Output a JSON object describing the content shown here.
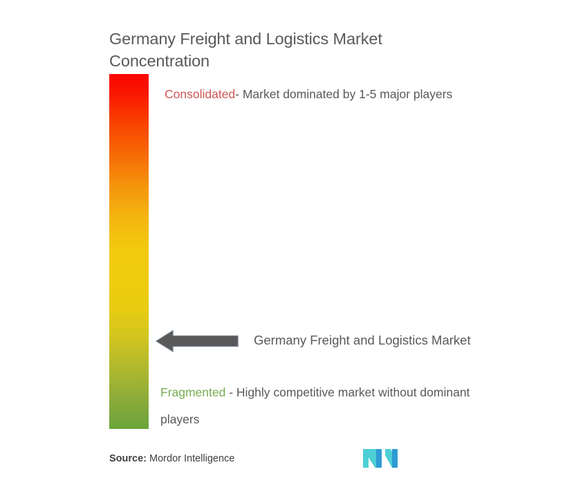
{
  "title": "Germany Freight and Logistics Market Concentration",
  "scale": {
    "name": "market-concentration-gradient",
    "top_color": "#fb0400",
    "mid_color": "#f2c90f",
    "bottom_color": "#6ba63b",
    "top_meaning": "Consolidated",
    "bottom_meaning": "Fragmented"
  },
  "annotations": {
    "consolidated": {
      "label": "Consolidated",
      "label_color": "#cf5654",
      "description": "- Market dominated by 1-5 major players"
    },
    "fragmented": {
      "label": "Fragmented",
      "label_color": "#77ab51",
      "description": " - Highly competitive market without dominant players"
    }
  },
  "marker": {
    "label": "Germany Freight and Logistics Market",
    "arrow_direction": "left",
    "arrow_color": "#595959"
  },
  "source": {
    "prefix": "Source:",
    "name": " Mordor Intelligence"
  },
  "logo": {
    "name": "mordor-intelligence-logo",
    "alt": "MI",
    "cyan": "#4ecfd6",
    "blue": "#2e9bd4"
  },
  "chart_data": {
    "type": "bar",
    "title": "Germany Freight and Logistics Market Concentration",
    "xlabel": "",
    "ylabel": "Market Concentration",
    "categories": [
      "Germany Freight and Logistics Market"
    ],
    "values": [
      22
    ],
    "ylim": [
      0,
      100
    ],
    "scale_labels": [
      "Fragmented",
      "Consolidated"
    ],
    "annotations": [
      "Consolidated - Market dominated by 1-5 major players",
      "Fragmented - Highly competitive market without dominant players"
    ],
    "legend": "none",
    "grid": false
  }
}
